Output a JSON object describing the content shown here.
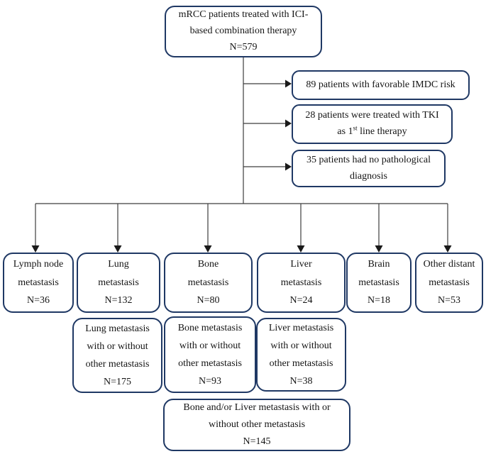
{
  "colors": {
    "box_border": "#1f3864",
    "connector_line": "#3d3d3d",
    "arrowhead": "#1a1a1a",
    "text": "#151515",
    "background": "#ffffff"
  },
  "top_box": {
    "line1": "mRCC patients treated with ICI-",
    "line2": "based combination therapy",
    "n": "N=579"
  },
  "exclusion_boxes": [
    {
      "line1": "89 patients with favorable IMDC risk"
    },
    {
      "line1": "28 patients were treated with TKI",
      "line2_pre": "as 1",
      "line2_sup": "st",
      "line2_post": " line therapy"
    },
    {
      "line1": "35 patients had no pathological",
      "line2": "diagnosis"
    }
  ],
  "metastasis_row": [
    {
      "line1": "Lymph node",
      "line2": "metastasis",
      "n": "N=36"
    },
    {
      "line1": "Lung",
      "line2": "metastasis",
      "n": "N=132"
    },
    {
      "line1": "Bone",
      "line2": "metastasis",
      "n": "N=80"
    },
    {
      "line1": "Liver",
      "line2": "metastasis",
      "n": "N=24"
    },
    {
      "line1": "Brain",
      "line2": "metastasis",
      "n": "N=18"
    },
    {
      "line1": "Other distant",
      "line2": "metastasis",
      "n": "N=53"
    }
  ],
  "combined_row": [
    {
      "line1": "Lung metastasis",
      "line2": "with or without",
      "line3": "other metastasis",
      "n": "N=175"
    },
    {
      "line1": "Bone metastasis",
      "line2": "with or without",
      "line3": "other metastasis",
      "n": "N=93"
    },
    {
      "line1": "Liver metastasis",
      "line2": "with or without",
      "line3": "other metastasis",
      "n": "N=38"
    }
  ],
  "bottom_box": {
    "line1": "Bone and/or Liver metastasis with or",
    "line2": "without other metastasis",
    "n": "N=145"
  }
}
